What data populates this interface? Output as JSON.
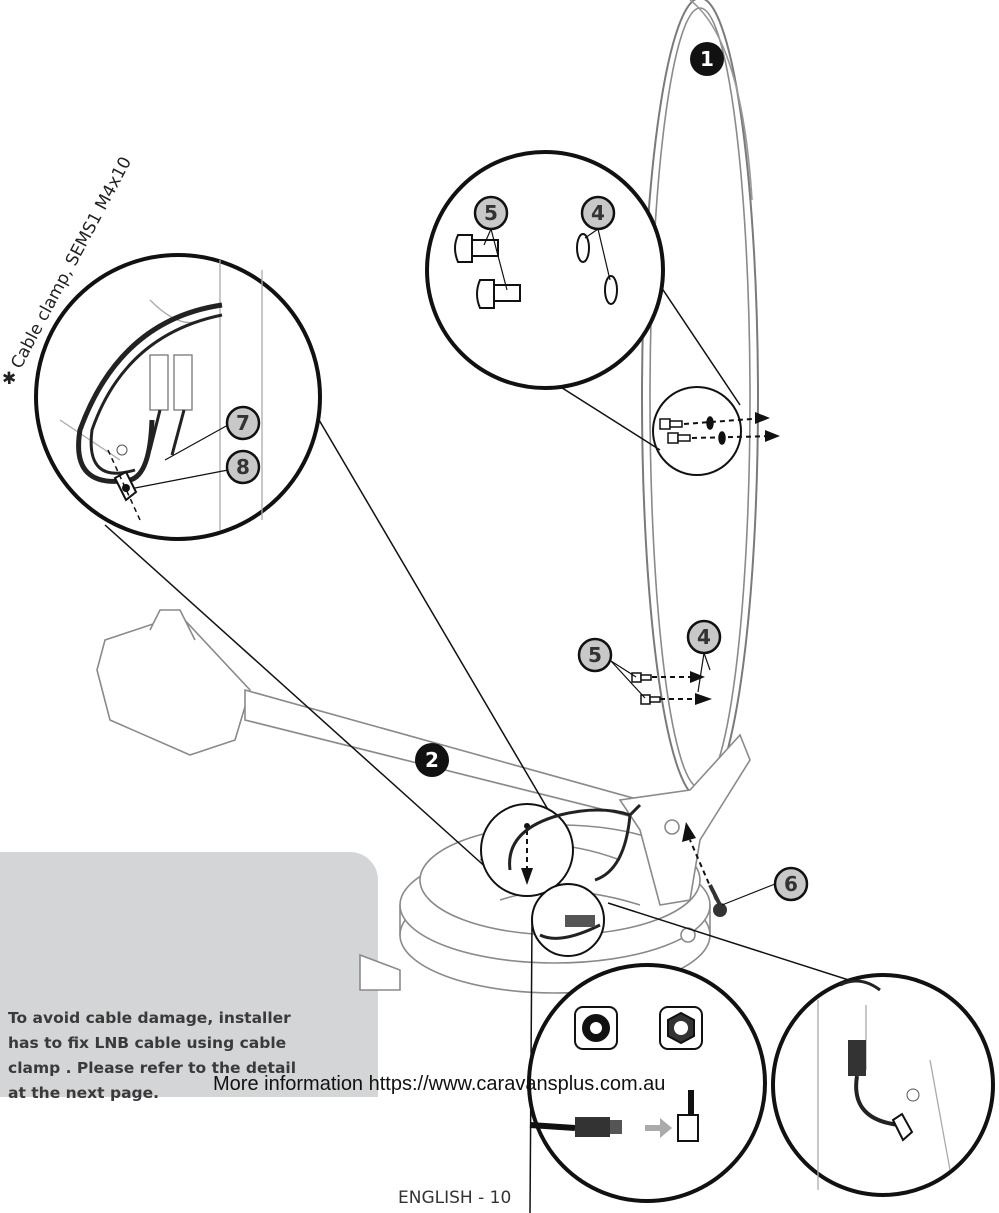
{
  "callouts": {
    "dish": "1",
    "arm": "2",
    "washer_top": "4",
    "screw_top": "5",
    "washer_mid": "4",
    "screw_mid": "5",
    "bolt": "6",
    "cable_clamp": "7",
    "sems_screw": "8"
  },
  "side_label": "✱ Cable clamp, SEMS1 M4x10",
  "note": {
    "line1": "To avoid cable damage, installer",
    "line2": "has to fix LNB cable using cable",
    "line3": "clamp . Please refer to the detail",
    "line4": "at the next page."
  },
  "more_info": "More information https://www.caravansplus.com.au",
  "footer": "ENGLISH - 10",
  "colors": {
    "callout_fill": "#c8c8c8",
    "outline": "#111111",
    "note_bg": "#d4d5d6"
  }
}
